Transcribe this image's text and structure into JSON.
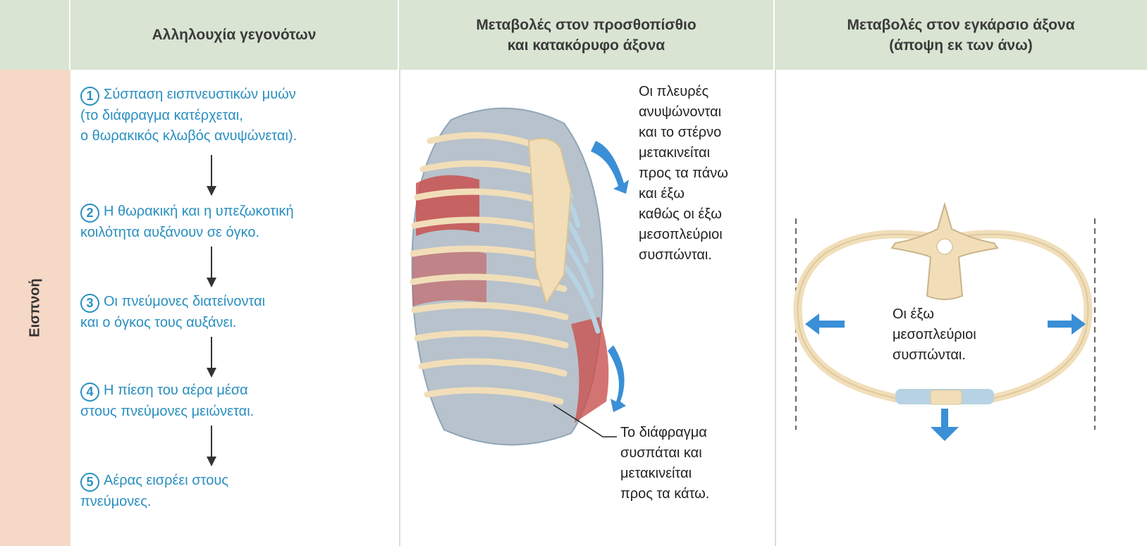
{
  "headers": {
    "sequence": "Αλληλουχία γεγονότων",
    "ap_line1": "Μεταβολές στον προσθοπίσθιο",
    "ap_line2": "και κατακόρυφο άξονα",
    "tr_line1": "Μεταβολές στον εγκάρσιο άξονα",
    "tr_line2": "(άποψη εκ των άνω)"
  },
  "phase_label": "Εισπνοή",
  "steps": [
    {
      "num": "1",
      "lines": [
        "Σύσπαση εισπνευστικών μυών",
        "(το διάφραγμα κατέρχεται,",
        "ο θωρακικός κλωβός ανυψώνεται)."
      ]
    },
    {
      "num": "2",
      "lines": [
        "Η θωρακική και η υπεζωκοτική",
        "κοιλότητα αυξάνουν σε όγκο."
      ]
    },
    {
      "num": "3",
      "lines": [
        "Οι πνεύμονες διατείνονται",
        "και ο όγκος τους αυξάνει."
      ]
    },
    {
      "num": "4",
      "lines": [
        "Η πίεση του αέρα μέσα",
        "στους πνεύμονες μειώνεται."
      ]
    },
    {
      "num": "5",
      "lines": [
        "Αέρας εισρέει στους",
        "πνεύμονες."
      ]
    }
  ],
  "ap_note_top": [
    "Οι πλευρές",
    "ανυψώνονται",
    "και το στέρνο",
    "μετακινείται",
    "προς τα πάνω",
    "και έξω",
    "καθώς οι έξω",
    "μεσοπλεύριοι",
    "συσπώνται."
  ],
  "ap_note_bottom": [
    "Το διάφραγμα",
    "συσπάται και",
    "μετακινείται",
    "προς τα κάτω."
  ],
  "tr_note": [
    "Οι έξω",
    "μεσοπλεύριοι",
    "συσπώνται."
  ],
  "colors": {
    "header_bg": "#d9e4d3",
    "side_bg": "#f6d8c6",
    "step_text": "#2a8fc0",
    "arrow_blue": "#3a8fd6",
    "bone": "#f1deb9",
    "cartilage": "#b7d3e3",
    "muscle": "#c9514f"
  }
}
